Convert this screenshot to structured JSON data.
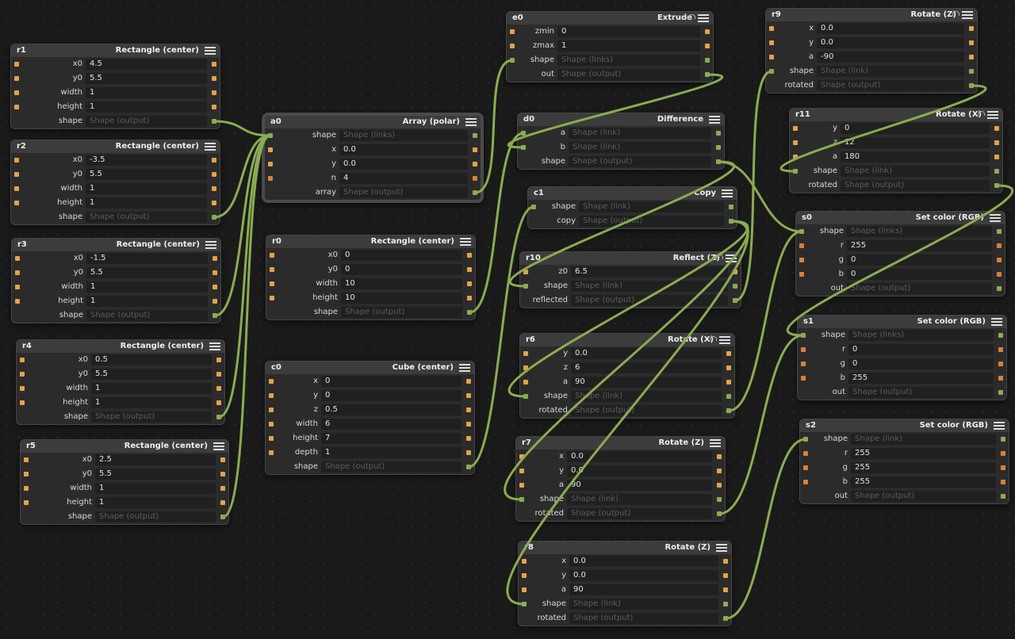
{
  "app": {
    "accent": "#8aac52",
    "port_number": "#e6a24a",
    "port_shape": "#8aac52"
  },
  "nodes": [
    {
      "id": "r1",
      "title": "Rectangle (center)",
      "rows": [
        {
          "label": "x0",
          "value": "4.5",
          "in": "o",
          "out": "o"
        },
        {
          "label": "y0",
          "value": "5.5",
          "in": "o",
          "out": "o"
        },
        {
          "label": "width",
          "value": "1",
          "in": "o",
          "out": "o"
        },
        {
          "label": "height",
          "value": "1",
          "in": "o",
          "out": "o"
        },
        {
          "label": "shape",
          "placeholder": "Shape (output)",
          "out": "g"
        }
      ]
    },
    {
      "id": "r2",
      "title": "Rectangle (center)",
      "rows": [
        {
          "label": "x0",
          "value": "-3.5",
          "in": "o",
          "out": "o"
        },
        {
          "label": "y0",
          "value": "5.5",
          "in": "o",
          "out": "o"
        },
        {
          "label": "width",
          "value": "1",
          "in": "o",
          "out": "o"
        },
        {
          "label": "height",
          "value": "1",
          "in": "o",
          "out": "o"
        },
        {
          "label": "shape",
          "placeholder": "Shape (output)",
          "out": "g"
        }
      ]
    },
    {
      "id": "r3",
      "title": "Rectangle (center)",
      "rows": [
        {
          "label": "x0",
          "value": "-1.5",
          "in": "o",
          "out": "o"
        },
        {
          "label": "y0",
          "value": "5.5",
          "in": "o",
          "out": "o"
        },
        {
          "label": "width",
          "value": "1",
          "in": "o",
          "out": "o"
        },
        {
          "label": "height",
          "value": "1",
          "in": "o",
          "out": "o"
        },
        {
          "label": "shape",
          "placeholder": "Shape (output)",
          "out": "g"
        }
      ]
    },
    {
      "id": "r4",
      "title": "Rectangle (center)",
      "rows": [
        {
          "label": "x0",
          "value": "0.5",
          "in": "o",
          "out": "o"
        },
        {
          "label": "y0",
          "value": "5.5",
          "in": "o",
          "out": "o"
        },
        {
          "label": "width",
          "value": "1",
          "in": "o",
          "out": "o"
        },
        {
          "label": "height",
          "value": "1",
          "in": "o",
          "out": "o"
        },
        {
          "label": "shape",
          "placeholder": "Shape (output)",
          "out": "g"
        }
      ]
    },
    {
      "id": "r5",
      "title": "Rectangle (center)",
      "rows": [
        {
          "label": "x0",
          "value": "2.5",
          "in": "o",
          "out": "o"
        },
        {
          "label": "y0",
          "value": "5.5",
          "in": "o",
          "out": "o"
        },
        {
          "label": "width",
          "value": "1",
          "in": "o",
          "out": "o"
        },
        {
          "label": "height",
          "value": "1",
          "in": "o",
          "out": "o"
        },
        {
          "label": "shape",
          "placeholder": "Shape (output)",
          "out": "g"
        }
      ]
    },
    {
      "id": "a0",
      "title": "Array (polar)",
      "selected": true,
      "rows": [
        {
          "label": "shape",
          "placeholder": "Shape (links)",
          "in": "g",
          "out": "g"
        },
        {
          "label": "x",
          "value": "0.0",
          "in": "o",
          "out": "o"
        },
        {
          "label": "y",
          "value": "0.0",
          "in": "o",
          "out": "o"
        },
        {
          "label": "n",
          "value": "4",
          "in": "r",
          "out": "r"
        },
        {
          "label": "array",
          "placeholder": "Shape (output)",
          "out": "g"
        }
      ]
    },
    {
      "id": "r0",
      "title": "Rectangle (center)",
      "rows": [
        {
          "label": "x0",
          "value": "0",
          "in": "o",
          "out": "o"
        },
        {
          "label": "y0",
          "value": "0",
          "in": "o",
          "out": "o"
        },
        {
          "label": "width",
          "value": "10",
          "in": "o",
          "out": "o"
        },
        {
          "label": "height",
          "value": "10",
          "in": "o",
          "out": "o"
        },
        {
          "label": "shape",
          "placeholder": "Shape (output)",
          "out": "g"
        }
      ]
    },
    {
      "id": "c0",
      "title": "Cube (center)",
      "rows": [
        {
          "label": "x",
          "value": "0",
          "in": "o",
          "out": "o"
        },
        {
          "label": "y",
          "value": "0",
          "in": "o",
          "out": "o"
        },
        {
          "label": "z",
          "value": "0.5",
          "in": "o",
          "out": "o"
        },
        {
          "label": "width",
          "value": "6",
          "in": "o",
          "out": "o"
        },
        {
          "label": "height",
          "value": "7",
          "in": "o",
          "out": "o"
        },
        {
          "label": "depth",
          "value": "1",
          "in": "o",
          "out": "o"
        },
        {
          "label": "shape",
          "placeholder": "Shape (output)",
          "out": "g"
        }
      ]
    },
    {
      "id": "e0",
      "title": "Extrude",
      "lock": true,
      "rows": [
        {
          "label": "zmin",
          "value": "0",
          "in": "o",
          "out": "o"
        },
        {
          "label": "zmax",
          "value": "1",
          "in": "o",
          "out": "o"
        },
        {
          "label": "shape",
          "placeholder": "Shape (links)",
          "in": "g",
          "out": "g"
        },
        {
          "label": "out",
          "placeholder": "Shape (output)",
          "out": "g"
        }
      ]
    },
    {
      "id": "d0",
      "title": "Difference",
      "rows": [
        {
          "label": "a",
          "placeholder": "Shape (link)",
          "in": "g",
          "out": "g"
        },
        {
          "label": "b",
          "placeholder": "Shape (link)",
          "in": "g",
          "out": "g"
        },
        {
          "label": "shape",
          "placeholder": "Shape (output)",
          "out": "g"
        }
      ]
    },
    {
      "id": "c1",
      "title": "Copy",
      "rows": [
        {
          "label": "shape",
          "placeholder": "Shape (link)",
          "in": "g",
          "out": "g"
        },
        {
          "label": "copy",
          "placeholder": "Shape (output)",
          "out": "g"
        }
      ]
    },
    {
      "id": "r10",
      "title": "Reflect (Z)",
      "lock": true,
      "rows": [
        {
          "label": "z0",
          "value": "6.5",
          "in": "o",
          "out": "o"
        },
        {
          "label": "shape",
          "placeholder": "Shape (link)",
          "in": "g",
          "out": "g"
        },
        {
          "label": "reflected",
          "placeholder": "Shape (output)",
          "out": "g"
        }
      ]
    },
    {
      "id": "r6",
      "title": "Rotate (X)",
      "lock": true,
      "rows": [
        {
          "label": "y",
          "value": "0.0",
          "in": "o",
          "out": "o"
        },
        {
          "label": "z",
          "value": "6",
          "in": "o",
          "out": "o"
        },
        {
          "label": "a",
          "value": "90",
          "in": "o",
          "out": "o"
        },
        {
          "label": "shape",
          "placeholder": "Shape (link)",
          "in": "g",
          "out": "g"
        },
        {
          "label": "rotated",
          "placeholder": "Shape (output)",
          "out": "g"
        }
      ]
    },
    {
      "id": "r7",
      "title": "Rotate (Z)",
      "rows": [
        {
          "label": "x",
          "value": "0.0",
          "in": "o",
          "out": "o"
        },
        {
          "label": "y",
          "value": "0.0",
          "in": "o",
          "out": "o"
        },
        {
          "label": "a",
          "value": "90",
          "in": "o",
          "out": "o"
        },
        {
          "label": "shape",
          "placeholder": "Shape (link)",
          "in": "g",
          "out": "g"
        },
        {
          "label": "rotated",
          "placeholder": "Shape (output)",
          "out": "g"
        }
      ]
    },
    {
      "id": "r8",
      "title": "Rotate (Z)",
      "rows": [
        {
          "label": "x",
          "value": "0.0",
          "in": "o",
          "out": "o"
        },
        {
          "label": "y",
          "value": "0.0",
          "in": "o",
          "out": "o"
        },
        {
          "label": "a",
          "value": "90",
          "in": "o",
          "out": "o"
        },
        {
          "label": "shape",
          "placeholder": "Shape (link)",
          "in": "g",
          "out": "g"
        },
        {
          "label": "rotated",
          "placeholder": "Shape (output)",
          "out": "g"
        }
      ]
    },
    {
      "id": "r9",
      "title": "Rotate (Z)",
      "lock": true,
      "rows": [
        {
          "label": "x",
          "value": "0.0",
          "in": "o",
          "out": "o"
        },
        {
          "label": "y",
          "value": "0.0",
          "in": "o",
          "out": "o"
        },
        {
          "label": "a",
          "value": "-90",
          "in": "o",
          "out": "o"
        },
        {
          "label": "shape",
          "placeholder": "Shape (link)",
          "in": "g",
          "out": "g"
        },
        {
          "label": "rotated",
          "placeholder": "Shape (output)",
          "out": "g"
        }
      ]
    },
    {
      "id": "r11",
      "title": "Rotate (X)",
      "lock": true,
      "rows": [
        {
          "label": "y",
          "value": "0",
          "in": "o",
          "out": "o"
        },
        {
          "label": "z",
          "value": "12",
          "in": "o",
          "out": "o"
        },
        {
          "label": "a",
          "value": "180",
          "in": "o",
          "out": "o"
        },
        {
          "label": "shape",
          "placeholder": "Shape (link)",
          "in": "g",
          "out": "g"
        },
        {
          "label": "rotated",
          "placeholder": "Shape (output)",
          "out": "g"
        }
      ]
    },
    {
      "id": "s0",
      "title": "Set color (RGB)",
      "rows": [
        {
          "label": "shape",
          "placeholder": "Shape (links)",
          "in": "g",
          "out": "g"
        },
        {
          "label": "r",
          "value": "255",
          "in": "r",
          "out": "r"
        },
        {
          "label": "g",
          "value": "0",
          "in": "r",
          "out": "r"
        },
        {
          "label": "b",
          "value": "0",
          "in": "r",
          "out": "r"
        },
        {
          "label": "out",
          "placeholder": "Shape (output)",
          "out": "g"
        }
      ]
    },
    {
      "id": "s1",
      "title": "Set color (RGB)",
      "rows": [
        {
          "label": "shape",
          "placeholder": "Shape (links)",
          "in": "g",
          "out": "g"
        },
        {
          "label": "r",
          "value": "0",
          "in": "r",
          "out": "r"
        },
        {
          "label": "g",
          "value": "0",
          "in": "r",
          "out": "r"
        },
        {
          "label": "b",
          "value": "255",
          "in": "r",
          "out": "r"
        },
        {
          "label": "out",
          "placeholder": "Shape (output)",
          "out": "g"
        }
      ]
    },
    {
      "id": "s2",
      "title": "Set color (RGB)",
      "rows": [
        {
          "label": "shape",
          "placeholder": "Shape (link)",
          "in": "g",
          "out": "g"
        },
        {
          "label": "r",
          "value": "255",
          "in": "r",
          "out": "r"
        },
        {
          "label": "g",
          "value": "255",
          "in": "r",
          "out": "r"
        },
        {
          "label": "b",
          "value": "255",
          "in": "r",
          "out": "r"
        },
        {
          "label": "out",
          "placeholder": "Shape (output)",
          "out": "g"
        }
      ]
    }
  ],
  "links": [
    [
      "r1",
      4,
      "a0",
      0
    ],
    [
      "r2",
      4,
      "a0",
      0
    ],
    [
      "r3",
      4,
      "a0",
      0
    ],
    [
      "r4",
      4,
      "a0",
      0
    ],
    [
      "r5",
      4,
      "a0",
      0
    ],
    [
      "a0",
      4,
      "e0",
      2
    ],
    [
      "r0",
      4,
      "d0",
      0
    ],
    [
      "e0",
      3,
      "d0",
      1
    ],
    [
      "c0",
      6,
      "c1",
      0
    ],
    [
      "d0",
      2,
      "r10",
      1
    ],
    [
      "c1",
      1,
      "r6",
      3
    ],
    [
      "c1",
      1,
      "r7",
      3
    ],
    [
      "c1",
      1,
      "r8",
      3
    ],
    [
      "r10",
      2,
      "r9",
      3
    ],
    [
      "r6",
      4,
      "s0",
      0
    ],
    [
      "r7",
      4,
      "s1",
      0
    ],
    [
      "r8",
      4,
      "s2",
      0
    ],
    [
      "r9",
      4,
      "r11",
      3
    ],
    [
      "r11",
      4,
      "s1",
      0
    ],
    [
      "d0",
      2,
      "s0",
      0
    ]
  ]
}
